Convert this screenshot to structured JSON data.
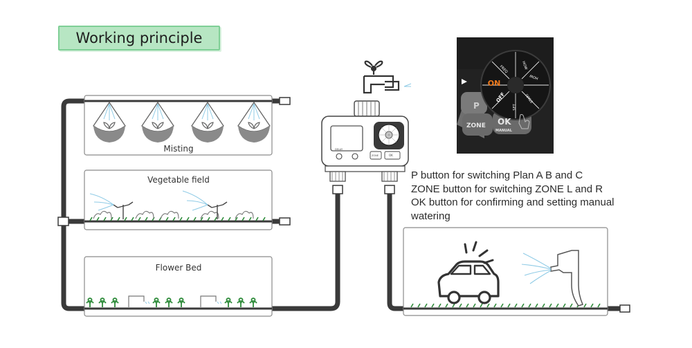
{
  "title": "Working principle",
  "zones": {
    "misting": "Misting",
    "vegetable": "Vegetable field",
    "flower": "Flower Bed"
  },
  "dial": {
    "on": "ON",
    "off": "OFF",
    "how1": "HOW",
    "how2": "HOW",
    "set": "SET",
    "start": "START",
    "freq": "FREQ"
  },
  "controller_buttons": {
    "p": "P",
    "zone": "ZONE",
    "ok": "OK",
    "manual": "MANUAL"
  },
  "timer_small_labels": {
    "delay": "DELAY",
    "zone": "ZONE",
    "ok": "OK"
  },
  "description": {
    "line1": "P button for switching Plan A B and C",
    "line2": "ZONE button for switching ZONE L and R",
    "line3": "OK button for confirming and setting manual",
    "line4": "watering"
  },
  "colors": {
    "pipe": "#3a3a3a",
    "badge_bg": "#b7e6c3",
    "dial_on": "#f07a1c",
    "grass": "#2e8b3a",
    "water": "#8fcbe6"
  }
}
